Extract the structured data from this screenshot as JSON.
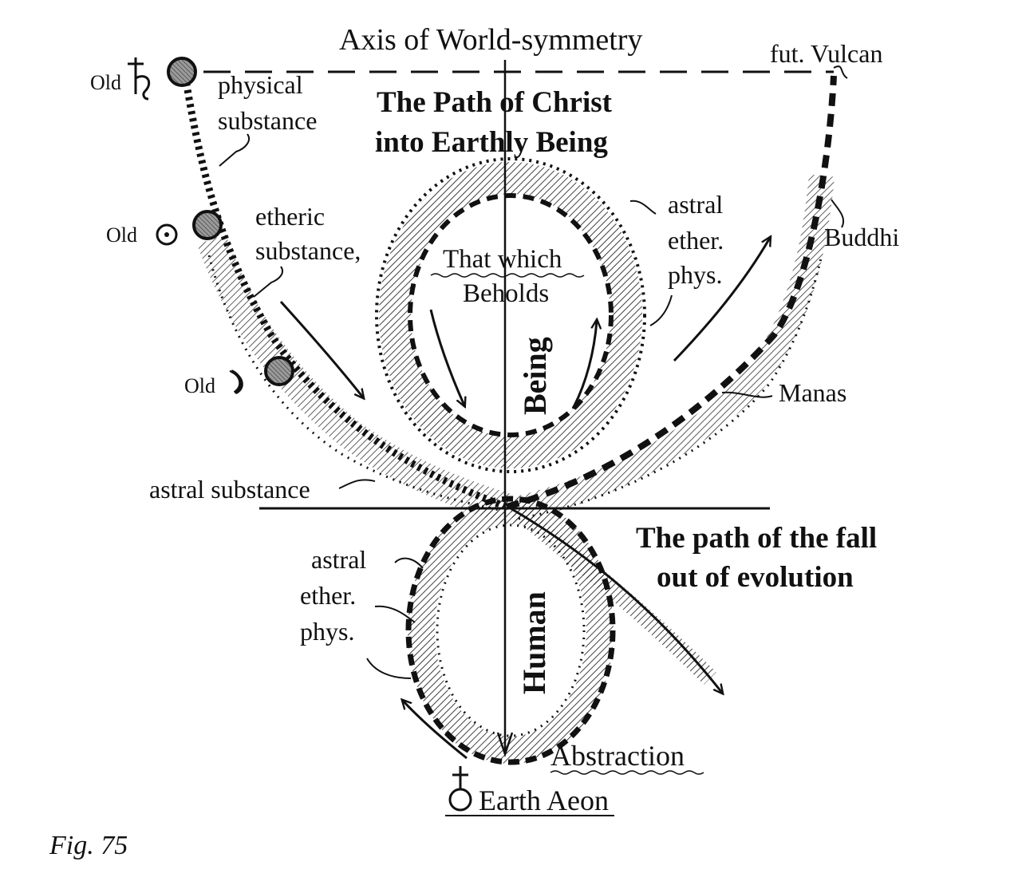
{
  "labels": {
    "axis": "Axis of World-symmetry",
    "vulcan": "fut. Vulcan",
    "old_saturn": "Old",
    "physical": "physical",
    "substance1": "substance",
    "christ1": "The Path of Christ",
    "christ2": "into Earthly Being",
    "old_sun": "Old",
    "etheric": "etheric",
    "substance2": "substance,",
    "astral_r": "astral",
    "ether_r": "ether.",
    "phys_r": "phys.",
    "buddhi": "Buddhi",
    "beholds1": "That which",
    "beholds2": "Beholds",
    "being": "Being",
    "old_moon": "Old",
    "manas": "Manas",
    "astral_substance": "astral substance",
    "fall1": "The path of the fall",
    "fall2": "out of evolution",
    "astral_l": "astral",
    "ether_l": "ether.",
    "phys_l": "phys.",
    "human": "Human",
    "abstraction": "Abstraction",
    "earth": "Earth Aeon",
    "figure": "Fig. 75"
  },
  "colors": {
    "ink": "#111111",
    "planet_fill": "#8a8a8a",
    "paper": "#ffffff"
  },
  "icons": {
    "saturn": "saturn-symbol",
    "sun": "sun-symbol",
    "moon": "moon-symbol",
    "earth": "earth-symbol"
  }
}
